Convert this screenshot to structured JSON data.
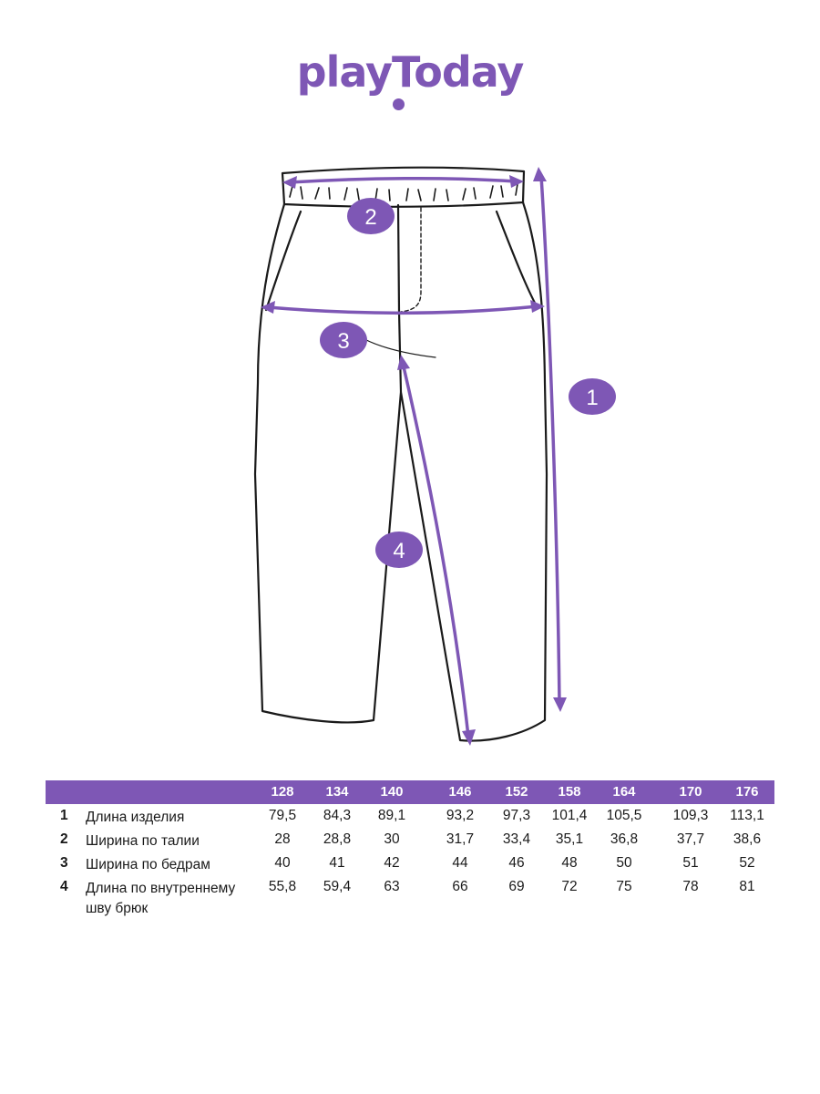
{
  "brand": {
    "logo_text": "playToday",
    "color": "#7E57B5"
  },
  "diagram": {
    "line_color": "#1a1a1a",
    "accent": "#7E57B5",
    "badges": [
      "1",
      "2",
      "3",
      "4"
    ]
  },
  "size_table": {
    "header_bg": "#7E57B5",
    "sizes": [
      "128",
      "134",
      "140",
      "146",
      "152",
      "158",
      "164",
      "170",
      "176"
    ],
    "rows": [
      {
        "num": "1",
        "label": "Длина изделия",
        "values": [
          "79,5",
          "84,3",
          "89,1",
          "93,2",
          "97,3",
          "101,4",
          "105,5",
          "109,3",
          "113,1"
        ]
      },
      {
        "num": "2",
        "label": "Ширина по талии",
        "values": [
          "28",
          "28,8",
          "30",
          "31,7",
          "33,4",
          "35,1",
          "36,8",
          "37,7",
          "38,6"
        ]
      },
      {
        "num": "3",
        "label": "Ширина по бедрам",
        "values": [
          "40",
          "41",
          "42",
          "44",
          "46",
          "48",
          "50",
          "51",
          "52"
        ]
      },
      {
        "num": "4",
        "label": "Длина по внутреннему шву брюк",
        "values": [
          "55,8",
          "59,4",
          "63",
          "66",
          "69",
          "72",
          "75",
          "78",
          "81"
        ]
      }
    ]
  }
}
